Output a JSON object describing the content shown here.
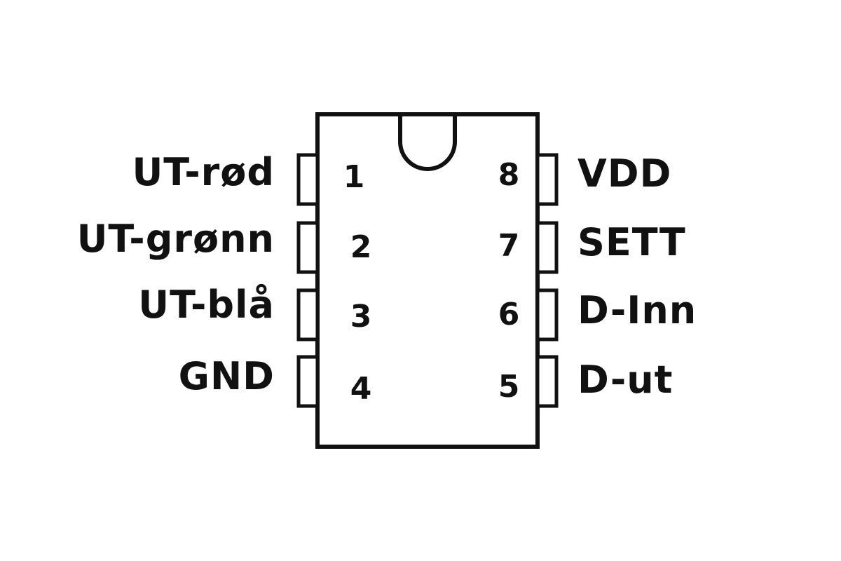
{
  "chip": {
    "left_pins": [
      {
        "number": "1",
        "label": "UT-rød"
      },
      {
        "number": "2",
        "label": "UT-grønn"
      },
      {
        "number": "3",
        "label": "UT-blå"
      },
      {
        "number": "4",
        "label": "GND"
      }
    ],
    "right_pins": [
      {
        "number": "8",
        "label": "VDD"
      },
      {
        "number": "7",
        "label": "SETT"
      },
      {
        "number": "6",
        "label": "D-Inn"
      },
      {
        "number": "5",
        "label": "D-ut"
      }
    ]
  },
  "colors": {
    "stroke": "#111111",
    "background": "#ffffff"
  }
}
